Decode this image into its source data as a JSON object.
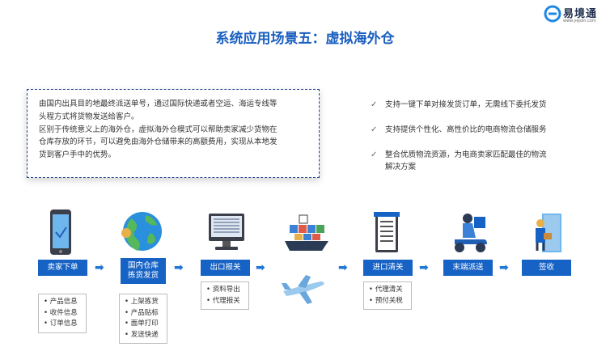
{
  "brand": {
    "name": "易境通",
    "url": "www.yejoin.com"
  },
  "title": "系统应用场景五：虚拟海外仓",
  "description": [
    "由国内出具目的地最终派送单号，通过国际快递或者空运、海运专线等",
    "头程方式将货物发送给客户。",
    "区别于传统意义上的海外仓，虚拟海外仓模式可以帮助卖家减少货物在",
    "仓库存放的环节，可以避免由海外仓储带来的高额费用，实现从本地发",
    "货到客户手中的优势。"
  ],
  "points": [
    {
      "icon": "check-icon",
      "lines": [
        "支持一键下单对接发货订单，无需线下委托发货"
      ]
    },
    {
      "icon": "check-icon",
      "lines": [
        "支持提供个性化、高性价比的电商物流仓储服务"
      ]
    },
    {
      "icon": "check-icon",
      "lines": [
        "整合优质物流资源，为电商卖家匹配最佳的物流",
        "解决方案"
      ]
    }
  ],
  "steps": [
    {
      "label": "卖家下单",
      "sub": [
        "产品信息",
        "收件信息",
        "订单信息"
      ]
    },
    {
      "label": "国内仓库\n拣货发货",
      "sub": [
        "上架拣货",
        "产品贴标",
        "面单打印",
        "发送快递"
      ]
    },
    {
      "label": "出口报关",
      "sub": [
        "资料导出",
        "代理报关"
      ]
    },
    {
      "label": "进口清关",
      "sub": [
        "代理清关",
        "预付关税"
      ]
    },
    {
      "label": "末端派送",
      "sub": []
    },
    {
      "label": "签收",
      "sub": []
    }
  ],
  "colors": {
    "accent": "#1763c5",
    "title": "#1a5fc0",
    "border": "#1f3f8a"
  }
}
